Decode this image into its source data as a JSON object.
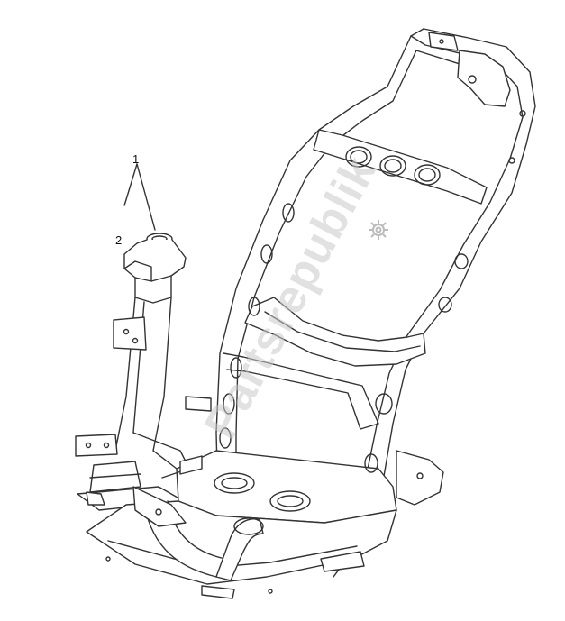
{
  "diagram": {
    "callouts": [
      {
        "id": "1",
        "label": "1"
      },
      {
        "id": "2",
        "label": "2"
      }
    ],
    "watermark": {
      "text": "Partsrepublik",
      "logo_icon": "gear-icon"
    },
    "colors": {
      "line": "#333333",
      "fill": "#ffffff",
      "shade": "#d9d9d9",
      "watermark": "#c9c9c9"
    }
  }
}
